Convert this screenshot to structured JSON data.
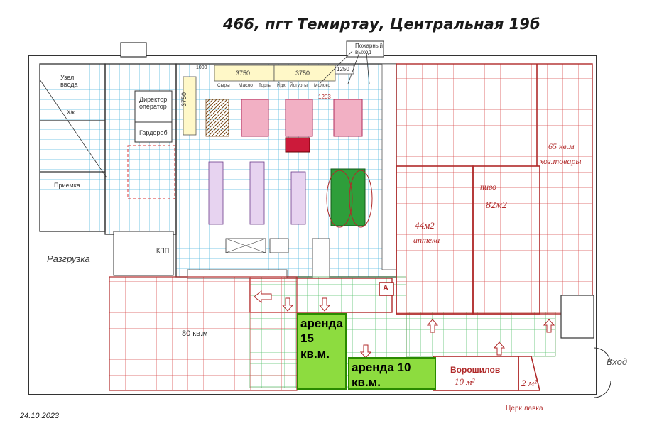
{
  "title": "466, пгт Темиртау, Центральная 19б",
  "date": "24.10.2023",
  "rooms": {
    "node": "Узел ввода",
    "reception": "Приемка",
    "director": "Директор оператор",
    "wardrobe": "Гардероб",
    "unloading": "Разгрузка",
    "kpp": "КПП",
    "fire_exit": "Пожарный выход",
    "entrance": "Вход",
    "wc": "Х/к"
  },
  "dimensions": {
    "d1": "3750",
    "d2": "3750",
    "d3": "3750",
    "d4": "1250",
    "d5": "1000",
    "d6": "1203"
  },
  "shelf_labels": [
    "Сыры",
    "Масло",
    "Торты",
    "Йдх",
    "Йогурты",
    "Молоко"
  ],
  "areas": {
    "west": "80 кв.м",
    "household": "65 кв.м",
    "household_sub": "хоз.товары",
    "beer": "пиво",
    "beer_area": "82м2",
    "pharmacy_area": "44м2",
    "pharmacy": "аптека",
    "voroshilov": "Ворошилов",
    "voroshilov_area": "10 м²",
    "church_area": "2 м²",
    "church": "Церк.лавка",
    "marker": "А"
  },
  "rent": {
    "rent15": [
      "аренда",
      "15",
      "кв.м."
    ],
    "rent10": [
      "аренда 10",
      "кв.м."
    ]
  }
}
